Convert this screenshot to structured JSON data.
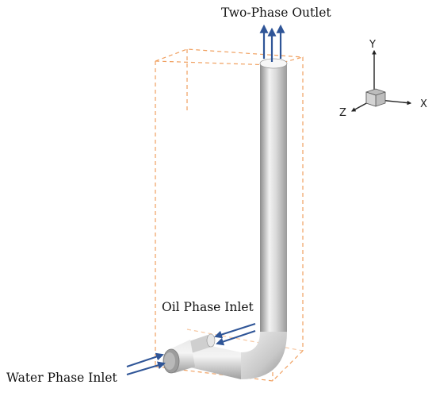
{
  "labels": {
    "outlet": "Two-Phase Outlet",
    "oil_inlet": "Oil Phase Inlet",
    "water_inlet": "Water Phase Inlet"
  },
  "axes": {
    "y": "Y",
    "x": "X",
    "z": "Z"
  },
  "colors": {
    "arrow": "#2f5597",
    "bounding_box": "#f0a060",
    "pipe_light": "#f2f2f2",
    "pipe_mid": "#c4c4c4",
    "pipe_dark": "#8c8c8c",
    "triad_cube": "#bdbdbd"
  },
  "icons": {
    "flow_arrow": "arrow-icon",
    "triad": "axis-triad-icon"
  }
}
